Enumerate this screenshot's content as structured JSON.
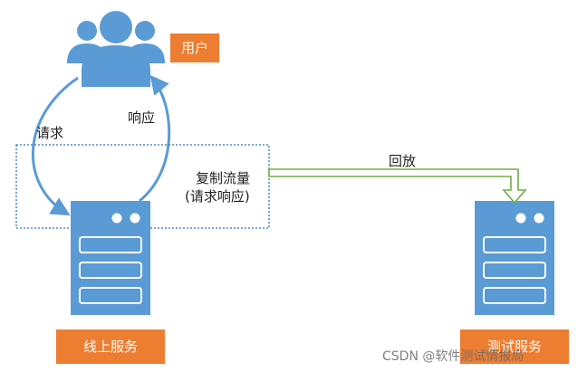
{
  "nodes": {
    "user_label": "用户",
    "online_service_label": "线上服务",
    "test_service_label": "测试服务"
  },
  "edges": {
    "request": "请求",
    "response": "响应",
    "copy_traffic_line1": "复制流量",
    "copy_traffic_line2": "(请求响应)",
    "replay": "回放"
  },
  "watermark": "CSDN @软件测试情报局",
  "colors": {
    "server_blue": "#5B9BD5",
    "tag_orange": "#ED7D31",
    "replay_green": "#70AD47",
    "dotted_border": "#2E75B6"
  }
}
